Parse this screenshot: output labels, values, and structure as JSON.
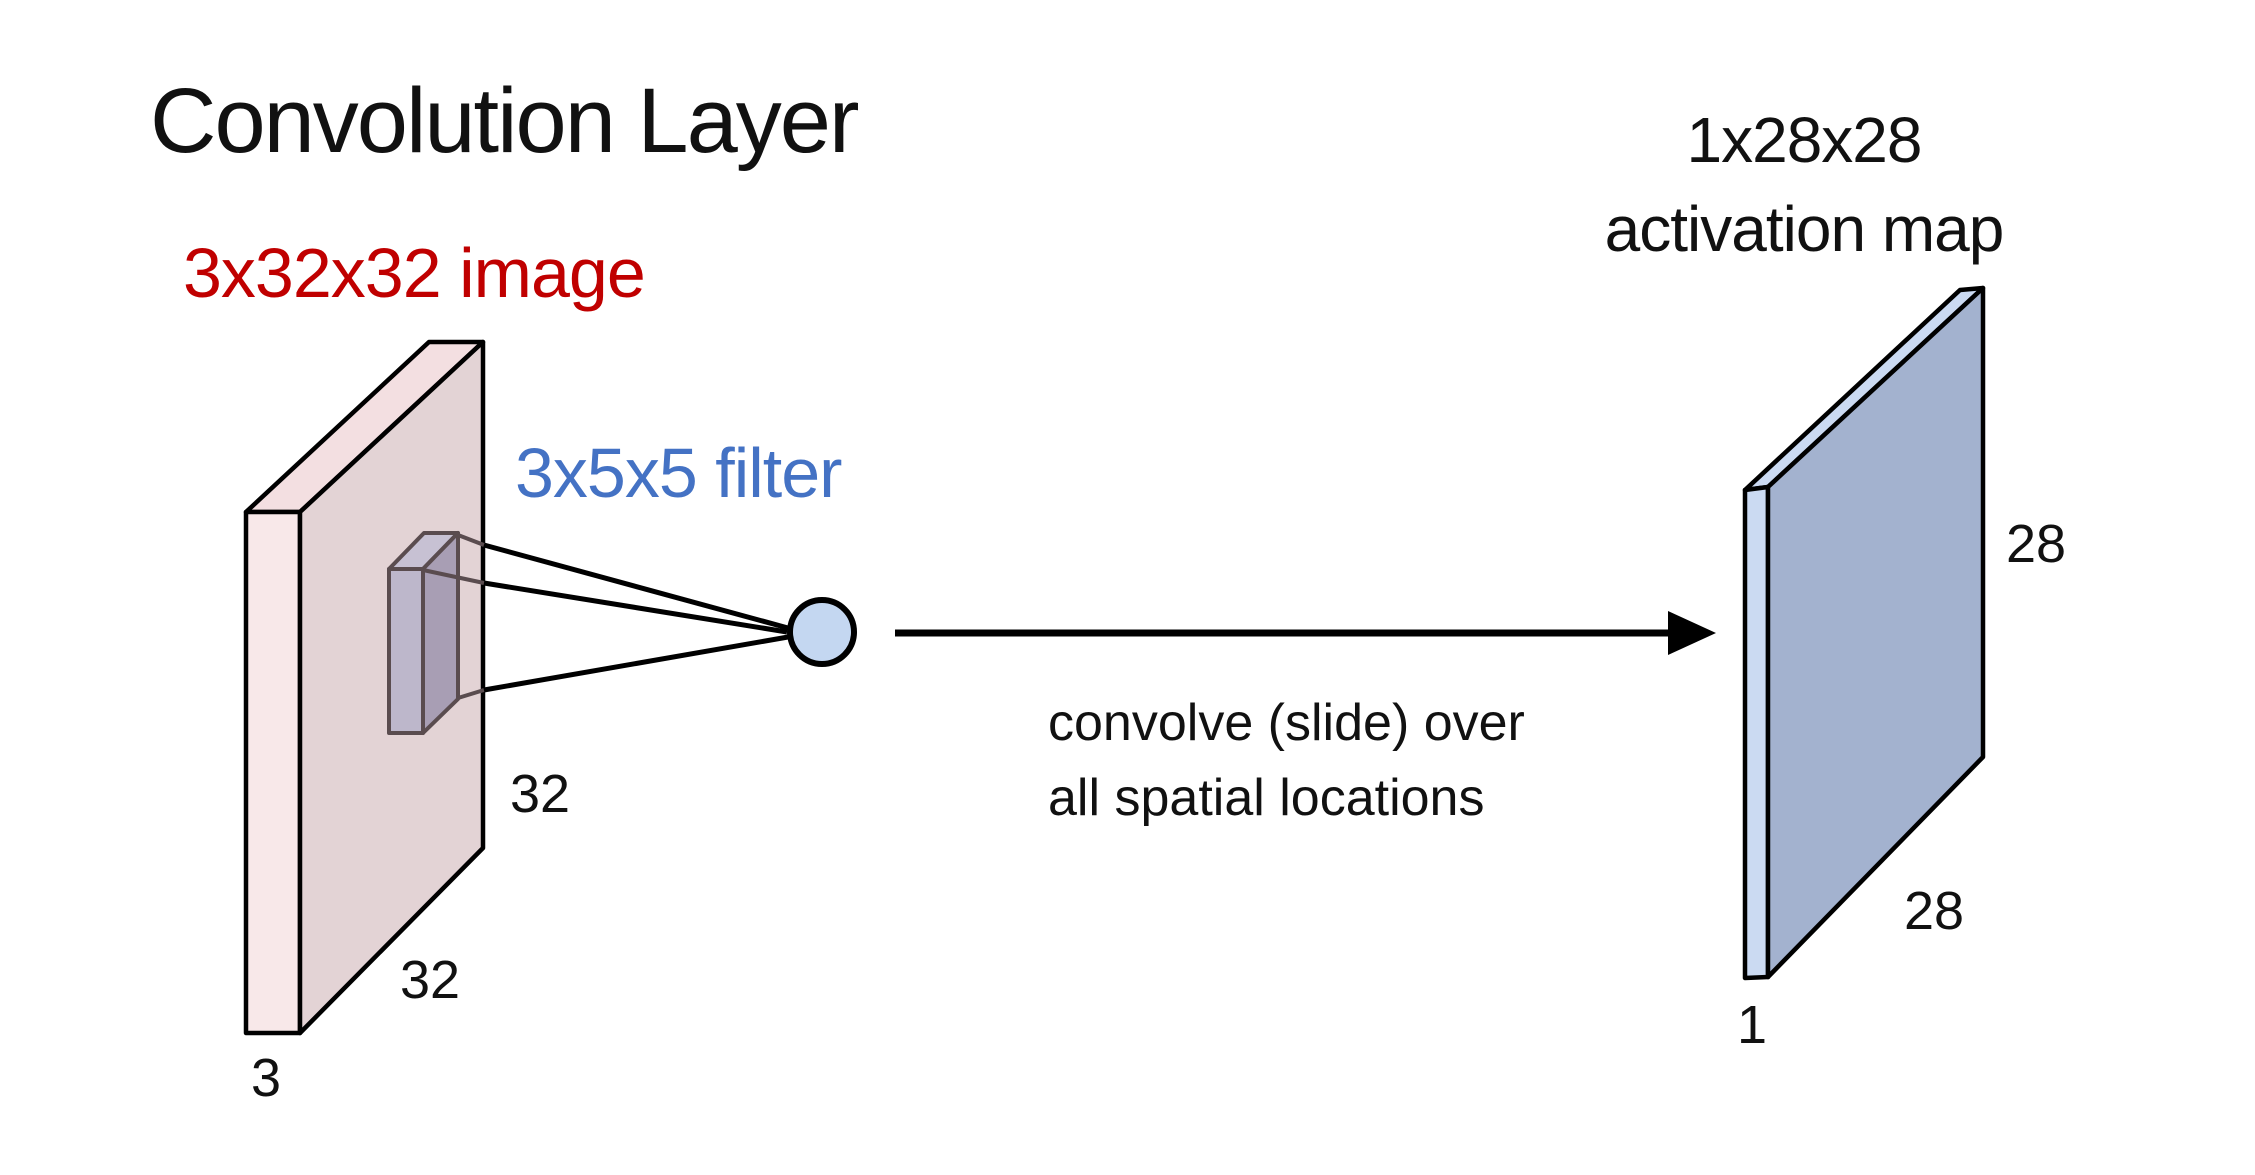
{
  "slide": {
    "title": "Convolution Layer",
    "ink_color": "#111111",
    "background_color": "#ffffff"
  },
  "input_volume": {
    "label": "3x32x32 image",
    "label_color": "#c00000",
    "height_label": "32",
    "width_label": "32",
    "depth_label": "3",
    "front_face_color": "#e3d3d5",
    "depth_face_color": "#f8e8e9",
    "top_face_color": "#f3dfe1",
    "outline_color": "#000000"
  },
  "filter": {
    "label": "3x5x5 filter",
    "label_color": "#4472c4",
    "front_face_color": "#bdb7cb",
    "side_face_color": "#a89eb4",
    "top_face_color": "#c7c1d3",
    "outline_color": "#5a4c4f"
  },
  "neuron": {
    "fill_color": "#c4d7f1",
    "outline_color": "#000000"
  },
  "arrow": {
    "caption_line1": "convolve (slide) over",
    "caption_line2": "all spatial locations",
    "color": "#000000"
  },
  "activation_map": {
    "title_line1": "1x28x28",
    "title_line2": "activation map",
    "height_label": "28",
    "width_label": "28",
    "depth_label": "1",
    "front_face_color": "#a3b2cf",
    "depth_face_color": "#cbdaf2",
    "top_face_color": "#cbdaf2",
    "outline_color": "#000000"
  }
}
